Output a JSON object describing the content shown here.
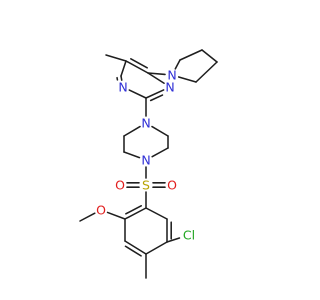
{
  "molecule": {
    "colors": {
      "bond": "#1f1f1f",
      "N": "#2f2fd6",
      "O": "#e11d1d",
      "S": "#b8a300",
      "Cl": "#1fa51f"
    },
    "atoms": {
      "n_pyrrolidine": "N",
      "n_pyrimidine_right": "N",
      "n_pyrimidine_left": "N",
      "n_piperazine_top": "N",
      "n_piperazine_bottom": "N",
      "s_sulfonyl": "S",
      "o_sulfonyl_left": "O",
      "o_sulfonyl_right": "O",
      "o_methoxy": "O",
      "cl": "Cl"
    }
  }
}
